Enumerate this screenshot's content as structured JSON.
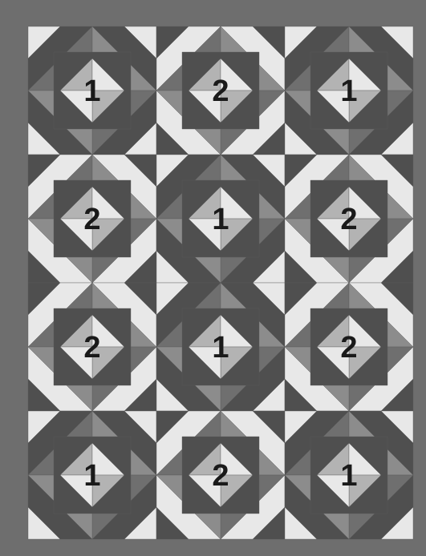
{
  "colors": {
    "border": "#6e6e6e",
    "light": "#e8e8e8",
    "medium_light": "#b3b3b3",
    "medium": "#8c8c8c",
    "medium_dark": "#6f6f6f",
    "dark": "#4f4f4f",
    "label": "#1a1a1a"
  },
  "grid": {
    "rows": 4,
    "columns": 3
  },
  "blocks": [
    {
      "label": "1"
    },
    {
      "label": "2"
    },
    {
      "label": "1"
    },
    {
      "label": "2"
    },
    {
      "label": "1"
    },
    {
      "label": "2"
    },
    {
      "label": "2"
    },
    {
      "label": "1"
    },
    {
      "label": "2"
    },
    {
      "label": "1"
    },
    {
      "label": "2"
    },
    {
      "label": "1"
    }
  ]
}
